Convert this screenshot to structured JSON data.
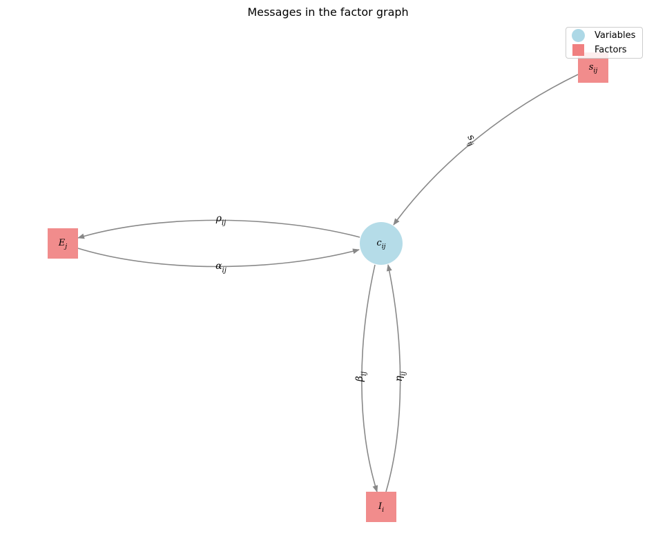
{
  "title": "Messages in the factor graph",
  "legend": {
    "variables_label": "Variables",
    "factors_label": "Factors"
  },
  "colors": {
    "variable": "#add8e6",
    "factor": "#f08080",
    "edge": "#888888"
  },
  "nodes": [
    {
      "id": "c",
      "kind": "variable",
      "base": "c",
      "sub": "ij"
    },
    {
      "id": "s",
      "kind": "factor",
      "base": "s",
      "sub": "ij"
    },
    {
      "id": "E",
      "kind": "factor",
      "base": "E",
      "sub": "j"
    },
    {
      "id": "I",
      "kind": "factor",
      "base": "I",
      "sub": "i"
    }
  ],
  "edges": [
    {
      "id": "s-to-c",
      "from": "s",
      "to": "c",
      "base": "s",
      "sub": "ij"
    },
    {
      "id": "c-to-E",
      "from": "c",
      "to": "E",
      "base": "ρ",
      "sub": "ij"
    },
    {
      "id": "E-to-c",
      "from": "E",
      "to": "c",
      "base": "α",
      "sub": "ij"
    },
    {
      "id": "c-to-I",
      "from": "c",
      "to": "I",
      "base": "β",
      "sub": "ij"
    },
    {
      "id": "I-to-c",
      "from": "I",
      "to": "c",
      "base": "η",
      "sub": "ij"
    }
  ]
}
